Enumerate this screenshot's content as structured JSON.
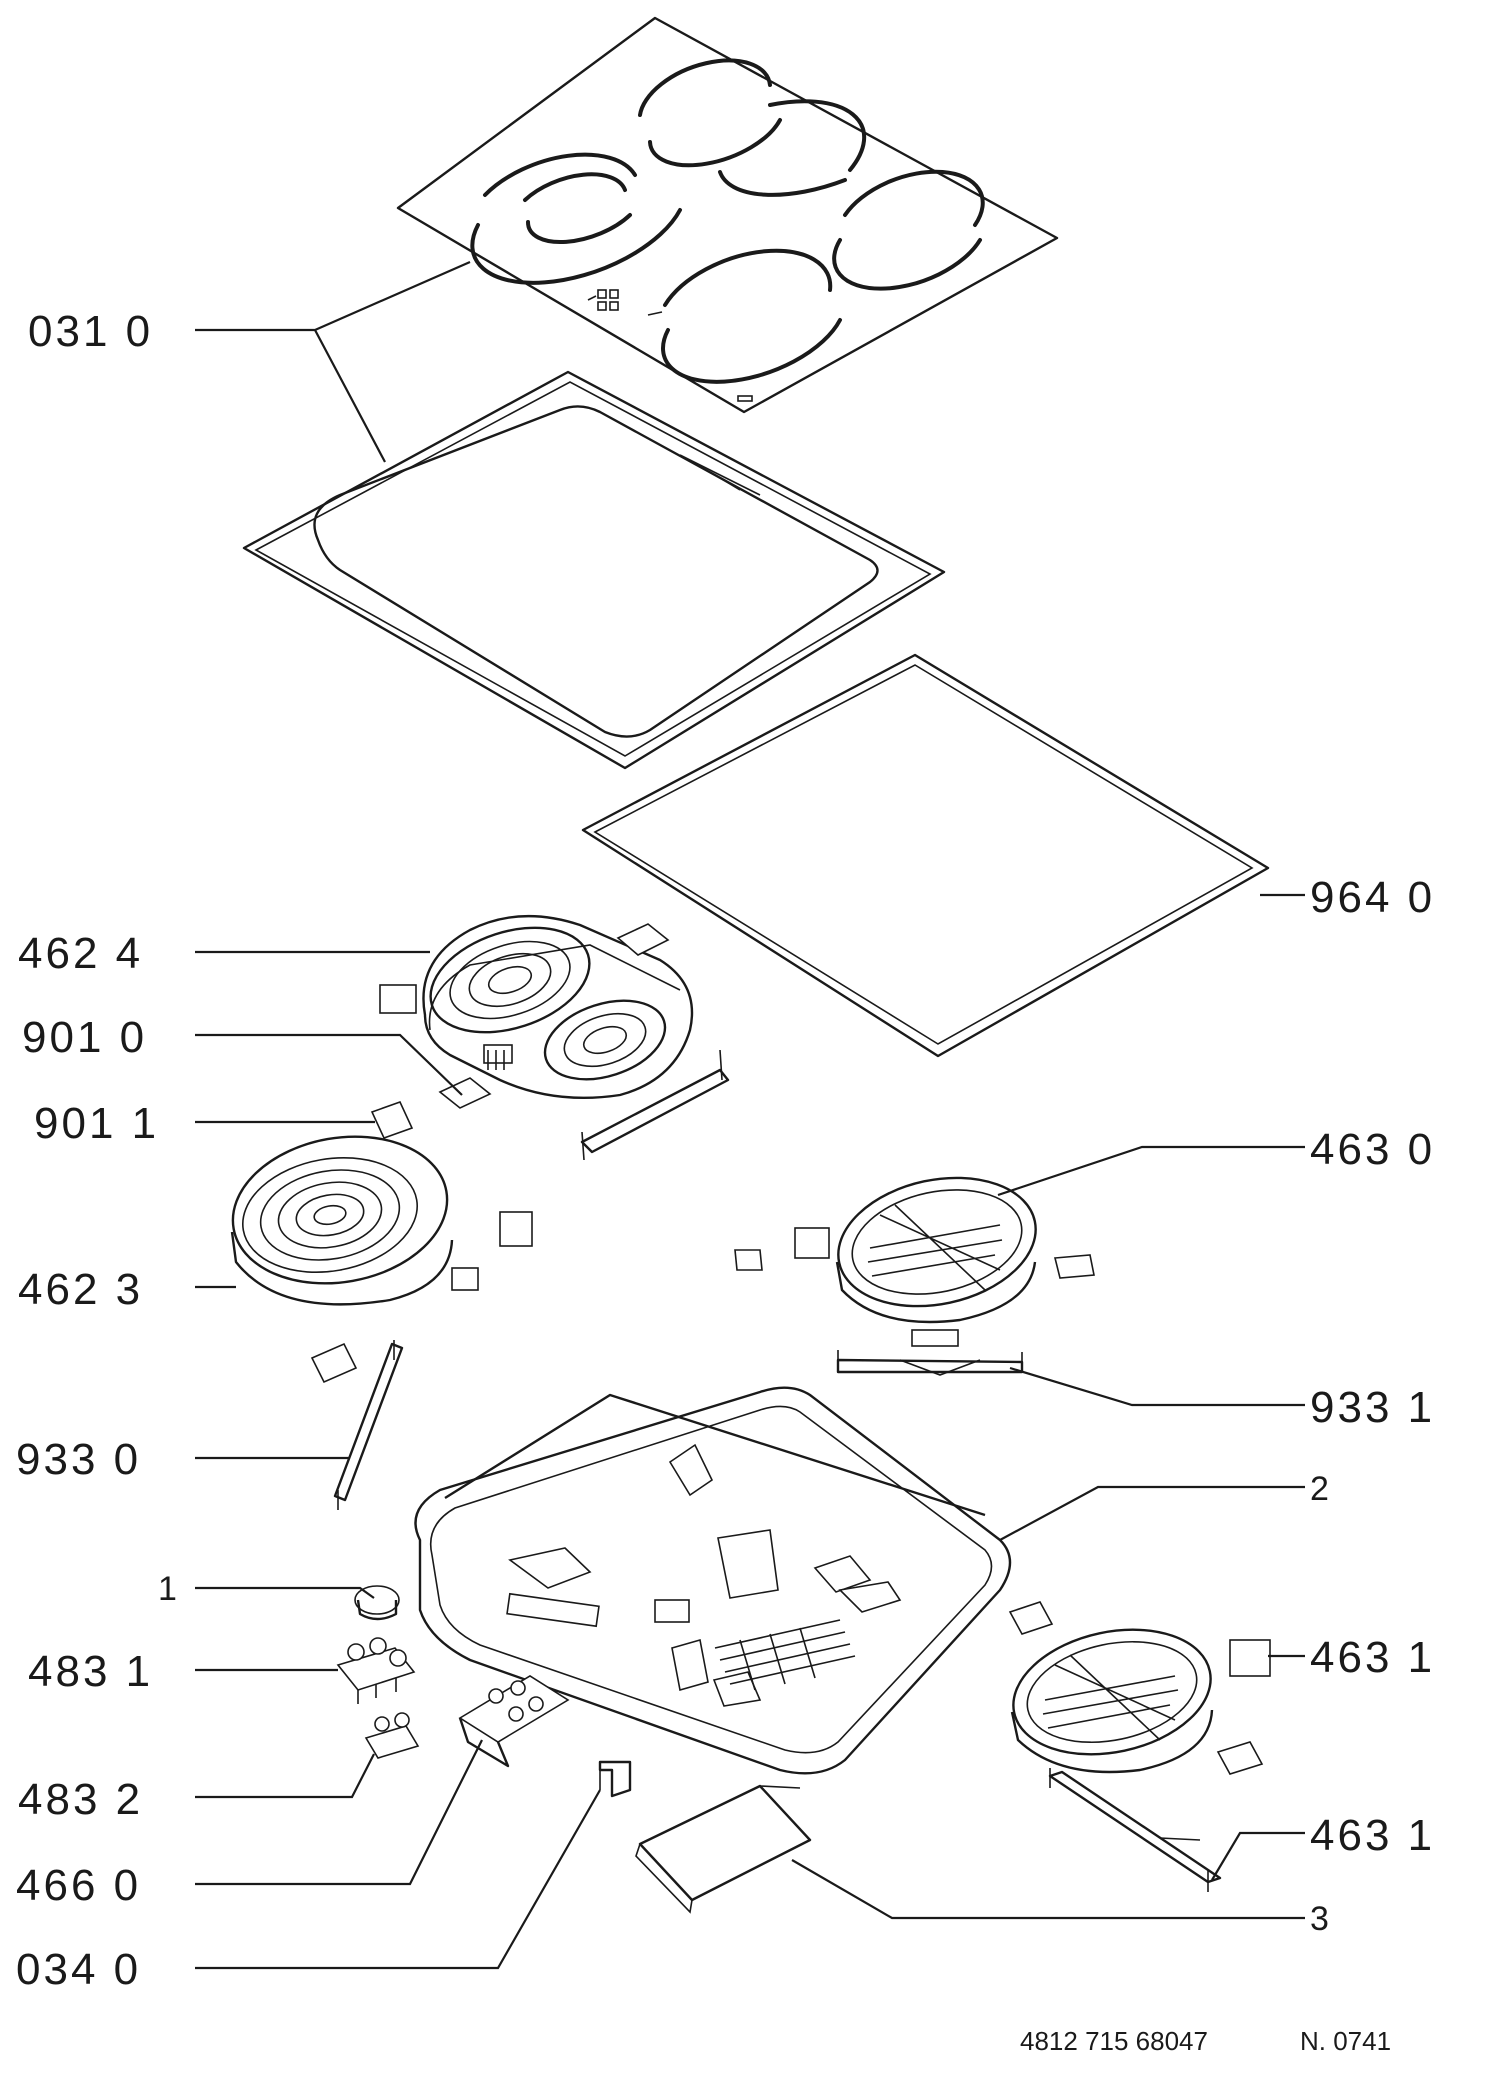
{
  "callouts": {
    "c031_0": "031  0",
    "c964_0": "964  0",
    "c462_4": "462  4",
    "c901_0": "901  0",
    "c901_1": "901  1",
    "c463_0": "463  0",
    "c462_3": "462  3",
    "c933_1": "933  1",
    "c933_0": "933  0",
    "c2": "2",
    "c1": "1",
    "c483_1": "483  1",
    "c463_1a": "463  1",
    "c483_2": "483  2",
    "c463_1b": "463  1",
    "c466_0": "466  0",
    "c3": "3",
    "c034_0": "034  0"
  },
  "footer": {
    "doc_number": "4812 715 68047",
    "revision": "N. 0741"
  }
}
